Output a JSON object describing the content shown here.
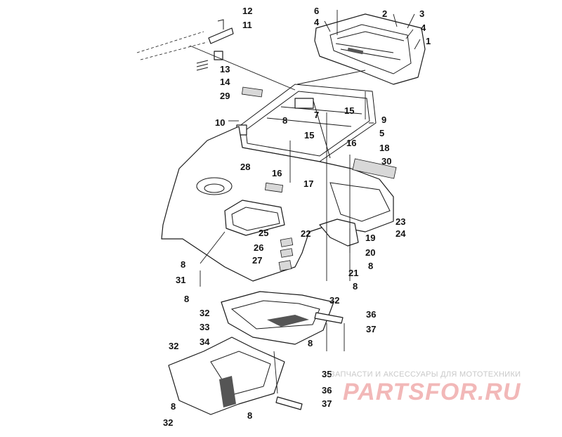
{
  "callouts": [
    "1",
    "2",
    "3",
    "4",
    "4",
    "5",
    "6",
    "7",
    "8",
    "8",
    "8",
    "8",
    "8",
    "8",
    "8",
    "8",
    "9",
    "10",
    "11",
    "12",
    "13",
    "14",
    "15",
    "15",
    "16",
    "16",
    "17",
    "18",
    "19",
    "20",
    "21",
    "22",
    "23",
    "24",
    "25",
    "26",
    "27",
    "28",
    "29",
    "30",
    "31",
    "32",
    "32",
    "32",
    "32",
    "33",
    "34",
    "35",
    "36",
    "36",
    "37",
    "37"
  ],
  "watermark": {
    "tagline": "ЗАПЧАСТИ И АКСЕССУАРЫ ДЛЯ МОТОТЕХНИКИ",
    "brand": "PARTSFOR.RU"
  },
  "colors": {
    "ink": "#1a1a1a",
    "watermark_brand": "#f2b8b8",
    "watermark_tagline": "#c9c9c9"
  }
}
